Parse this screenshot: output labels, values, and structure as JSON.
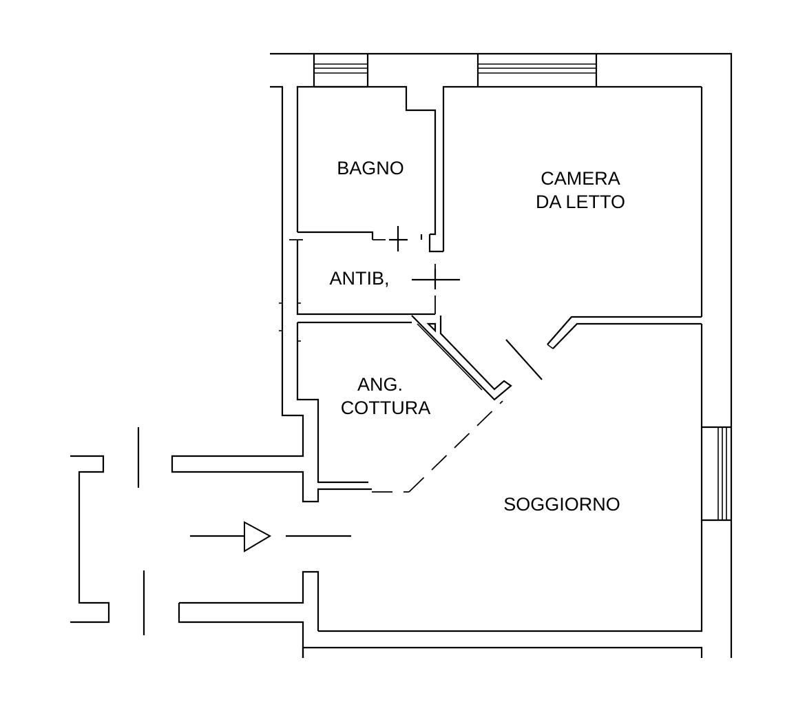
{
  "rooms": {
    "bagno": "BAGNO",
    "camera_line1": "CAMERA",
    "camera_line2": "DA LETTO",
    "antibagno": "ANTIB,",
    "cucina_line1": "ANG.",
    "cucina_line2": "COTTURA",
    "soggiorno": "SOGGIORNO"
  },
  "colors": {
    "line": "#000000",
    "background": "#ffffff"
  }
}
